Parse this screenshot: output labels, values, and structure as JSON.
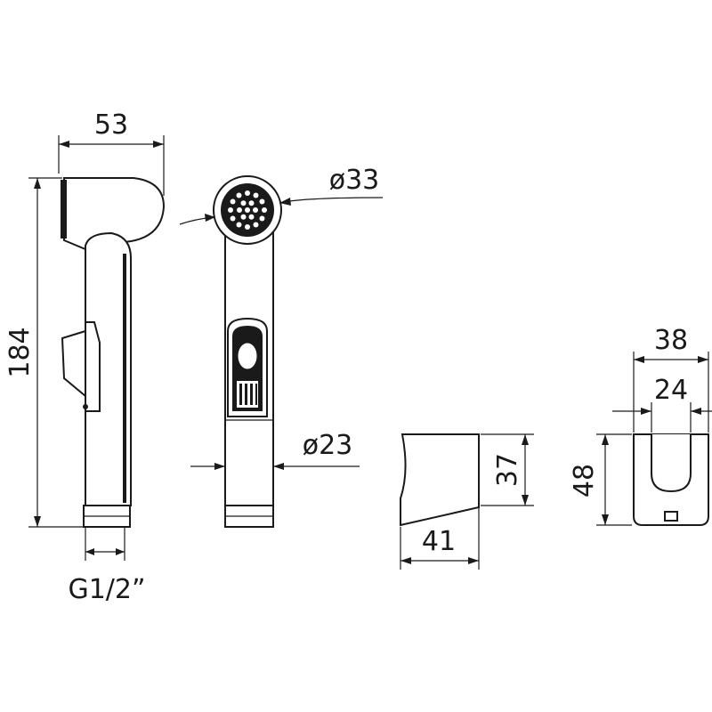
{
  "dimensions": {
    "width_top": "53",
    "height_total": "184",
    "thread": "G1/2”",
    "head_diameter": "ø33",
    "handle_diameter": "ø23",
    "holder_width": "41",
    "holder_height_side": "37",
    "holder_width_outer": "38",
    "holder_width_inner": "24",
    "holder_height_front": "48"
  }
}
